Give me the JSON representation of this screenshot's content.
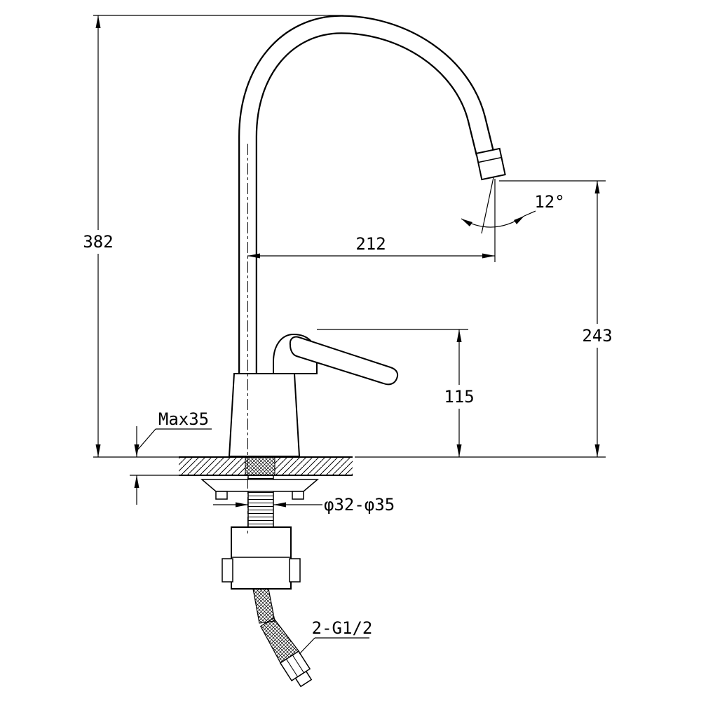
{
  "drawing": {
    "background_color": "#ffffff",
    "line_color": "#000000",
    "labels": {
      "overall_height": "382",
      "spout_reach": "212",
      "outlet_height": "243",
      "body_height": "115",
      "max_mount_thickness": "Max35",
      "spout_angle": "12°",
      "hole_diameter": "φ32-φ35",
      "inlet_thread": "2-G1/2"
    }
  }
}
